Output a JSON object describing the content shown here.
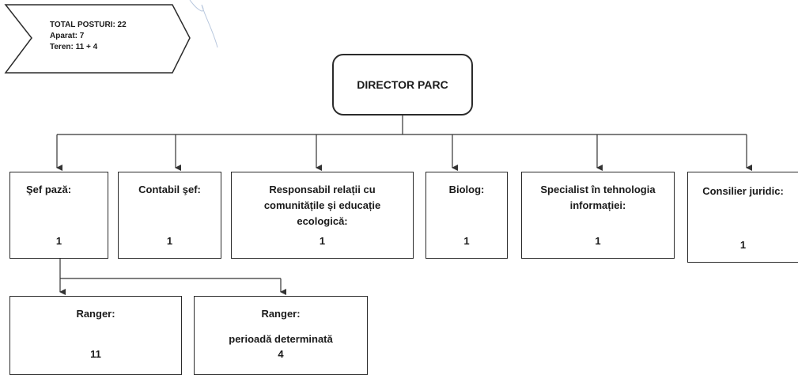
{
  "summary": {
    "total": "TOTAL POSTURI: 22",
    "aparat": "Aparat: 7",
    "teren": "Teren: 11 + 4"
  },
  "director": {
    "label": "DIRECTOR PARC"
  },
  "departments": [
    {
      "title": "Şef pază:",
      "count": "1"
    },
    {
      "title": "Contabil şef:",
      "count": "1"
    },
    {
      "title": "Responsabil relații cu comunitățile și educație ecologică:",
      "count": "1"
    },
    {
      "title": "Biolog:",
      "count": "1"
    },
    {
      "title": "Specialist în tehnologia informației:",
      "count": "1"
    },
    {
      "title": "Consilier juridic:",
      "count": "1"
    }
  ],
  "rangers": [
    {
      "title": "Ranger:",
      "subtitle": "",
      "count": "11"
    },
    {
      "title": "Ranger:",
      "subtitle": "perioadă determinată",
      "count": "4"
    }
  ]
}
